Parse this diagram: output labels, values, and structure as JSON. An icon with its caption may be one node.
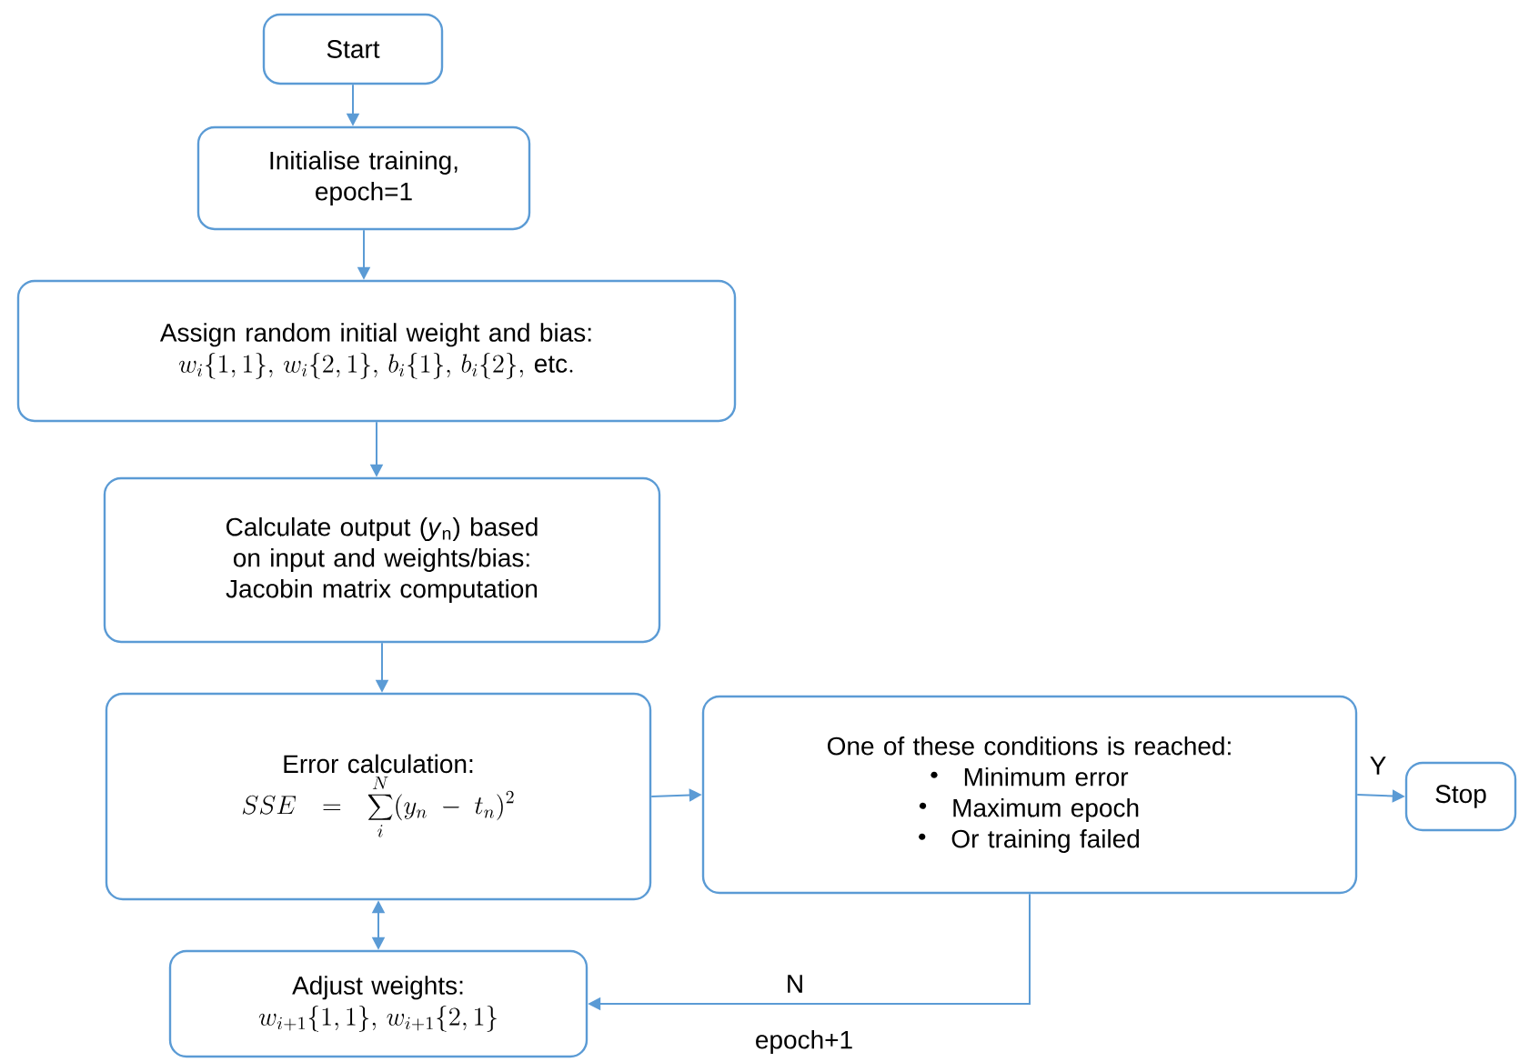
{
  "diagram": {
    "nodes": [
      {
        "text": [
          "Start"
        ]
      },
      {
        "text": [
          "Initialise training, epoch=1"
        ]
      },
      {
        "text": [
          "Assign random initial weight and bias:",
          "w_i\\{1,1\\},\\, w_i\\{2,1\\},\\, b_i\\{1\\},\\, b_i\\{2\\},\\, \\mathrm{etc.}"
        ]
      },
      {
        "text": [
          "Calculate output (*y*$_{n}$) based on input and weights/bias: Jacobin matrix computation"
        ]
      },
      {
        "text": [
          "Error calculation:",
          "SSE = \\sum_{i}^{N} (y_n - t_n)^2"
        ]
      },
      {
        "text": [
          "One of these conditions is reached:",
          "Minimum error",
          "Maximum epoch",
          "Or training failed"
        ]
      },
      {
        "text": [
          "Stop"
        ]
      },
      {
        "text": [
          "Adjust weights:",
          "w_{i+1}\\{1,1\\},\\, w_{i+1}\\{2,1\\}"
        ]
      }
    ],
    "edges": [
      {
        "from": 0,
        "to": 1,
        "arrow": "to"
      },
      {
        "from": 1,
        "to": 2,
        "arrow": "to"
      },
      {
        "from": 2,
        "to": 3,
        "arrow": "to"
      },
      {
        "from": 3,
        "to": 4,
        "arrow": "to"
      },
      {
        "from": 4,
        "to": 5,
        "arrow": "to"
      },
      {
        "from": 5,
        "to": 6,
        "label": "Y",
        "arrow": "to"
      },
      {
        "from": 5,
        "to": 7,
        "label": "N",
        "arrow": "to"
      },
      {
        "from": 7,
        "to": 4,
        "arrow": "both"
      }
    ],
    "labels": [
      "epoch+1"
    ]
  }
}
